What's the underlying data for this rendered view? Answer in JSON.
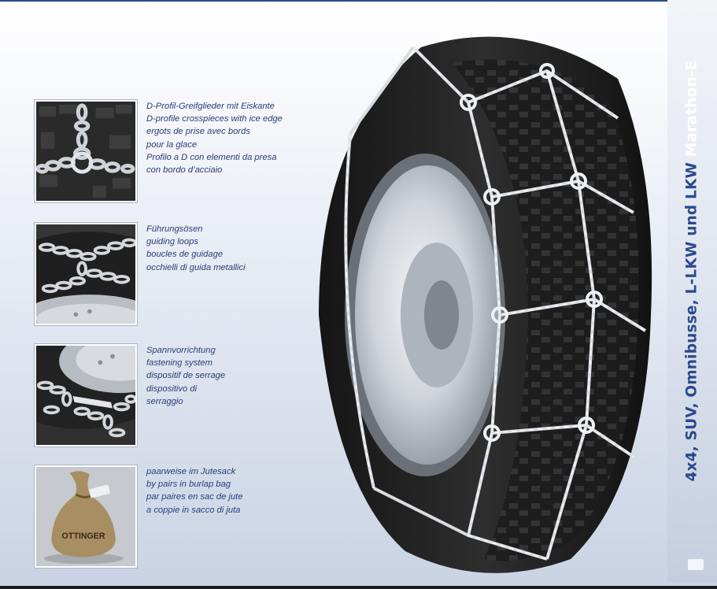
{
  "side_title": {
    "main": "4x4, SUV, Omnibusse, L-LKW und LKW",
    "accent": "Marathon-E"
  },
  "features": [
    {
      "image": "chain-crosspiece-photo",
      "lines": [
        "D-Profil-Greifglieder mit Eiskante",
        "D-profile crosspieces with ice edge",
        "ergots de prise avec bords",
        "pour la glace",
        "Profilo a D con elementi da presa",
        "con bordo d’acciaio"
      ]
    },
    {
      "image": "guiding-loops-photo",
      "lines": [
        "Führungsösen",
        "guiding loops",
        "boucles de guidage",
        "occhielli di guida metallici"
      ]
    },
    {
      "image": "fastening-system-photo",
      "lines": [
        "Spannvorrichtung",
        "fastening system",
        "dispositif de serrage",
        "dispositivo di",
        "serraggio"
      ]
    },
    {
      "image": "jute-sack-photo",
      "lines": [
        "paarweise im Jutesack",
        "by pairs in burlap bag",
        "par paires en sac de jute",
        "a coppie in sacco di juta"
      ],
      "sack_label": "OTTINGER"
    }
  ],
  "hero": {
    "image": "tire-with-snow-chain-photo"
  },
  "colors": {
    "title": "#2b4a8e",
    "caption": "#2a3d78",
    "accent": "#ffffff"
  }
}
